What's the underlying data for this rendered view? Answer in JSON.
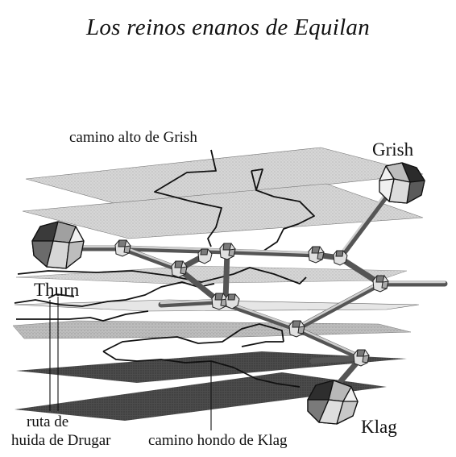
{
  "title": "Los reinos enanos de Equilan",
  "labels": {
    "high_path": "camino alto de Grish",
    "grish": "Grish",
    "thurn": "Thurn",
    "escape_route_line1": "ruta de",
    "escape_route_line2": "huida de Drugar",
    "deep_path": "camino hondo de Klag",
    "klag": "Klag"
  },
  "colors": {
    "plane_light": "#d8d8d8",
    "plane_mid": "#b9b9b9",
    "plane_dark": "#4a4a4a",
    "rod": "#9a9a9a",
    "ink": "#111111"
  }
}
